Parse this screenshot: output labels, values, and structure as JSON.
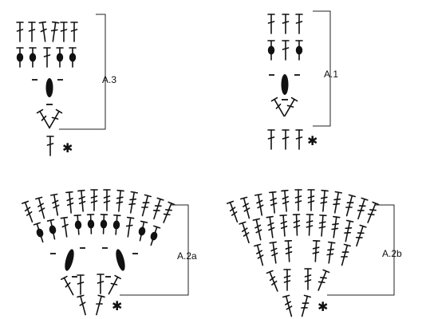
{
  "diagrams": [
    {
      "id": "a3",
      "label": "A.3"
    },
    {
      "id": "a1",
      "label": "A.1"
    },
    {
      "id": "a2a",
      "label": "A.2a"
    },
    {
      "id": "a2b",
      "label": "A.2b"
    }
  ],
  "symbols": [
    "treble-crochet",
    "bobble",
    "chain",
    "double-treble",
    "star-marker",
    "bracket"
  ],
  "colors": {
    "ink": "#111111",
    "background": "#ffffff"
  }
}
